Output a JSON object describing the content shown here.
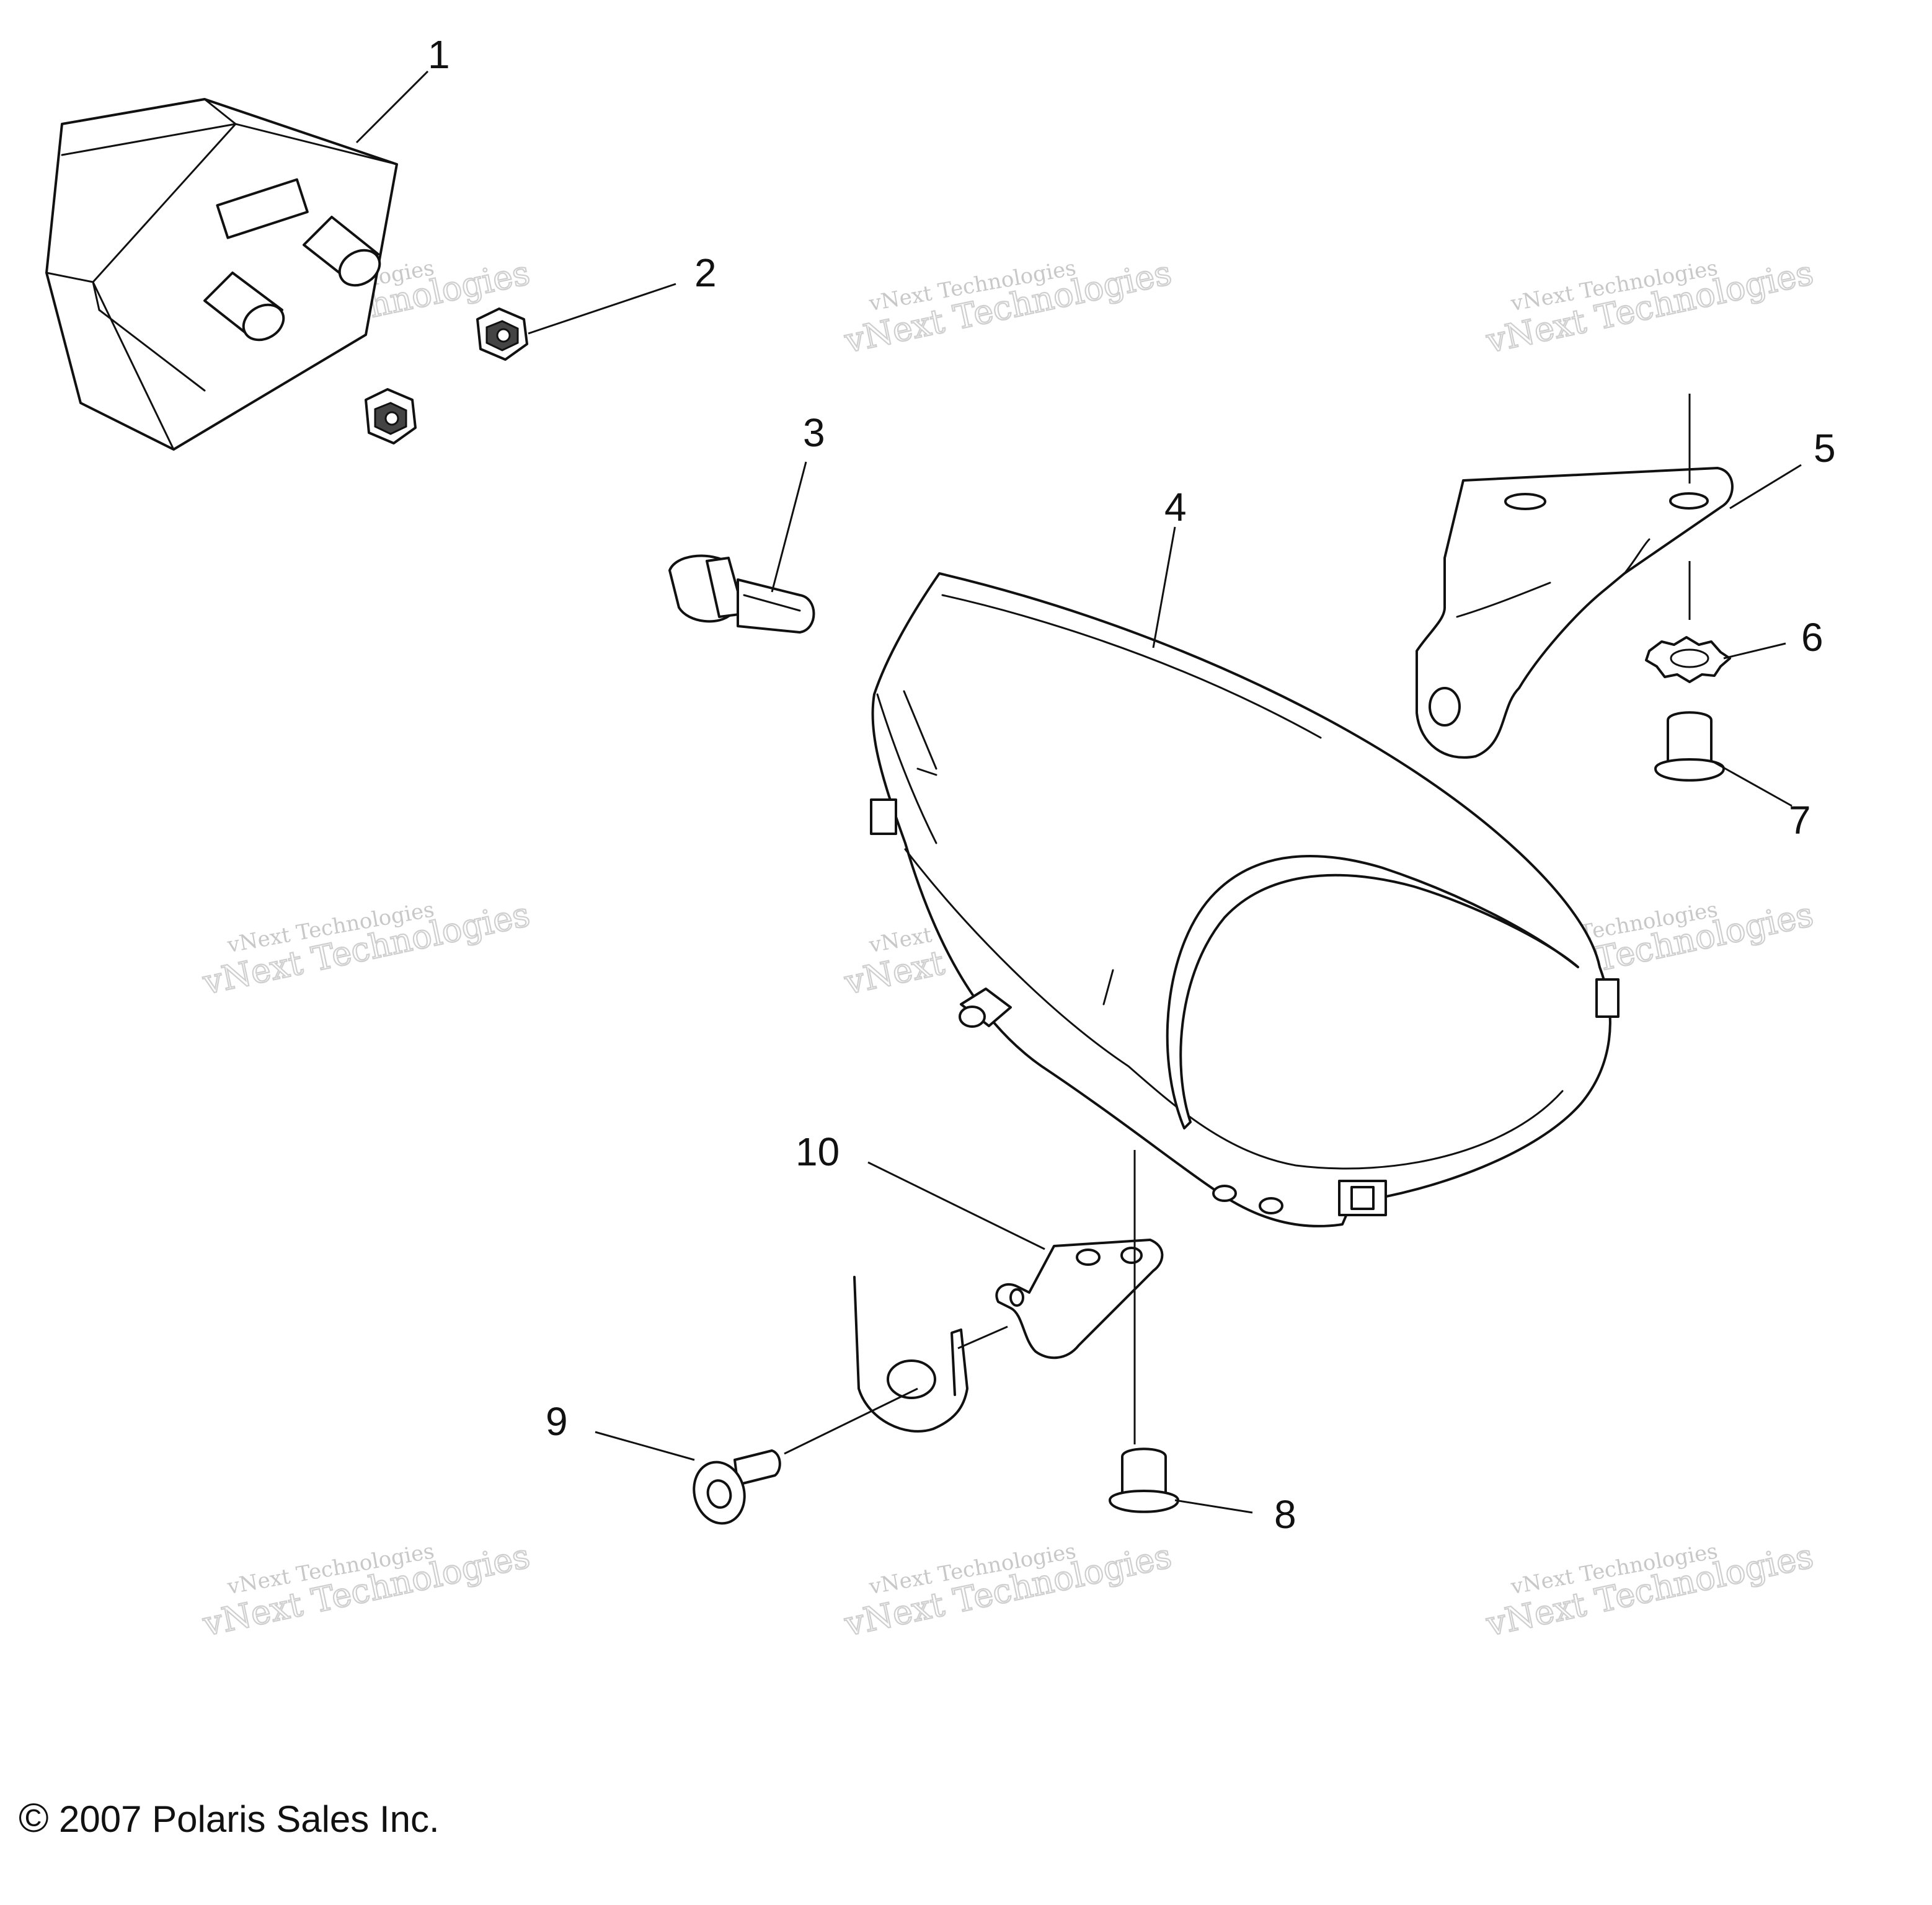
{
  "callouts": [
    {
      "label": "1"
    },
    {
      "label": "2"
    },
    {
      "label": "3"
    },
    {
      "label": "4"
    },
    {
      "label": "5"
    },
    {
      "label": "6"
    },
    {
      "label": "7"
    },
    {
      "label": "8"
    },
    {
      "label": "9"
    },
    {
      "label": "10"
    }
  ],
  "watermark": {
    "line1": "vNext Technologies",
    "line2": "vNext Technologies"
  },
  "copyright": "2007 Polaris Sales Inc.",
  "copyright_symbol": "©"
}
